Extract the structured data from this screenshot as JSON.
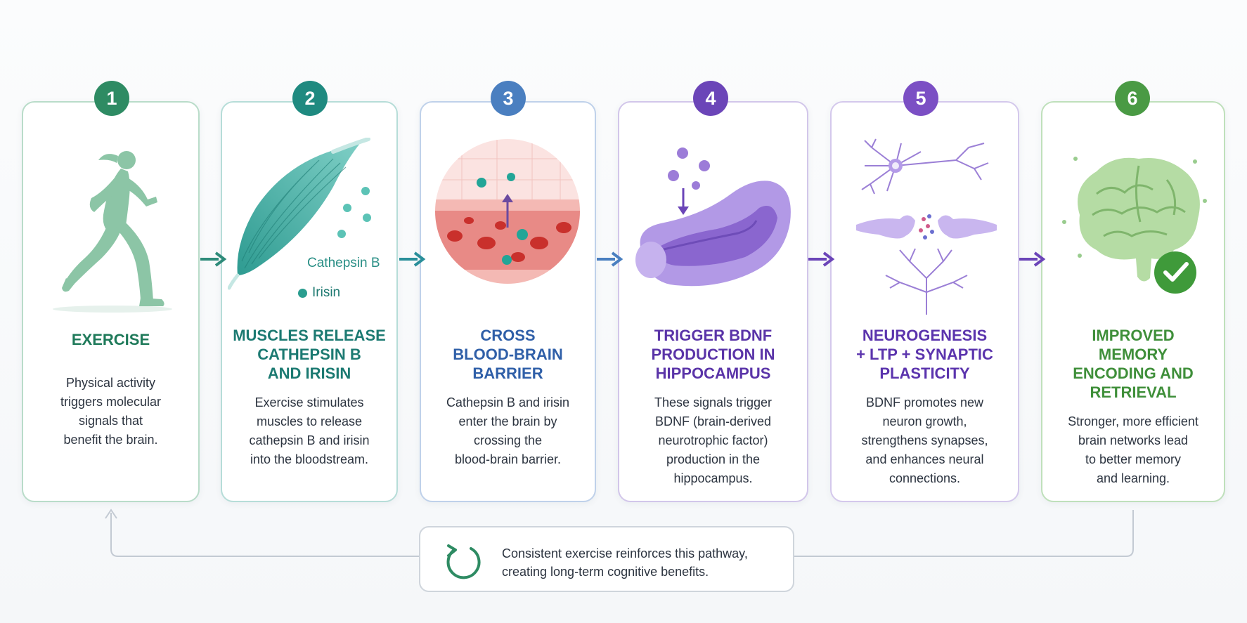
{
  "steps": [
    {
      "number": "1",
      "title": [
        "EXERCISE"
      ],
      "desc": [
        "Physical activity",
        "triggers molecular",
        "signals that",
        "benefit the brain."
      ],
      "color": "#2e8b63",
      "border": "#b9dcc9",
      "title_color": "#1f7a5a"
    },
    {
      "number": "2",
      "title": [
        "MUSCLES RELEASE",
        "CATHEPSIN B",
        "AND IRISIN"
      ],
      "desc": [
        "Exercise stimulates",
        "muscles to release",
        "cathepsin B and irisin",
        "into the bloodstream."
      ],
      "color": "#1f8a80",
      "border": "#b6ddd8",
      "title_color": "#1c7a72"
    },
    {
      "number": "3",
      "title": [
        "CROSS",
        "BLOOD-BRAIN",
        "BARRIER"
      ],
      "desc": [
        "Cathepsin B and irisin",
        "enter the brain by",
        "crossing the",
        "blood-brain barrier."
      ],
      "color": "#4a7fc0",
      "border": "#bfd1ea",
      "title_color": "#2f5fa8"
    },
    {
      "number": "4",
      "title": [
        "TRIGGER BDNF",
        "PRODUCTION IN",
        "HIPPOCAMPUS"
      ],
      "desc": [
        "These signals trigger",
        "BDNF (brain-derived",
        "neurotrophic factor)",
        "production in the",
        "hippocampus."
      ],
      "color": "#6b45b8",
      "border": "#d2c6ea",
      "title_color": "#5a34a8"
    },
    {
      "number": "5",
      "title": [
        "NEUROGENESIS",
        "+ LTP + SYNAPTIC",
        "PLASTICITY"
      ],
      "desc": [
        "BDNF promotes new",
        "neuron growth,",
        "strengthens synapses,",
        "and enhances neural",
        "connections."
      ],
      "color": "#7b4fc4",
      "border": "#d4c8ec",
      "title_color": "#5b34ad"
    },
    {
      "number": "6",
      "title": [
        "IMPROVED",
        "MEMORY",
        "ENCODING AND",
        "RETRIEVAL"
      ],
      "desc": [
        "Stronger, more efficient",
        "brain networks lead",
        "to better memory",
        "and learning."
      ],
      "color": "#4a9a44",
      "border": "#bfe0bb",
      "title_color": "#3f8f3a"
    }
  ],
  "labels": {
    "cathepsin": "Cathepsin B",
    "irisin": "Irisin"
  },
  "footer": {
    "line1": "Consistent exercise reinforces this pathway,",
    "line2": "creating long-term cognitive benefits."
  },
  "icons": {
    "runner": "runner-icon",
    "muscle": "muscle-icon",
    "barrier": "blood-brain-barrier-icon",
    "hippocampus": "hippocampus-icon",
    "neuron": "neuron-icon",
    "brain": "brain-icon",
    "check": "check-icon",
    "cycle": "cycle-icon"
  }
}
